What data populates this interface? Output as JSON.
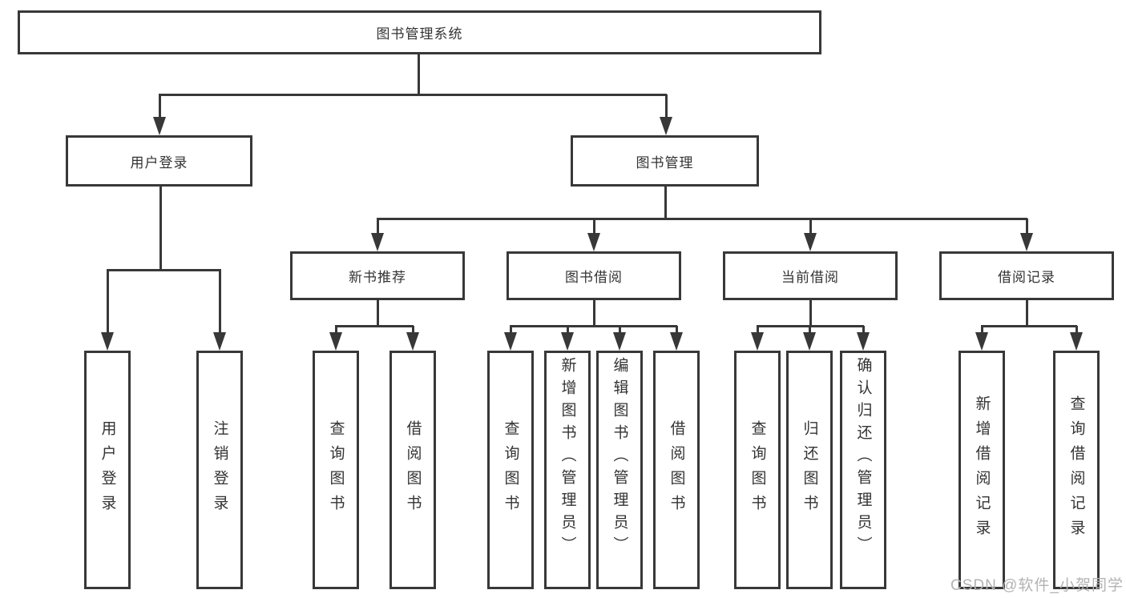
{
  "tree": {
    "root": {
      "label": "图书管理系统"
    },
    "children": [
      {
        "label": "用户登录",
        "children": [
          {
            "label": "用户登录"
          },
          {
            "label": "注销登录"
          }
        ]
      },
      {
        "label": "图书管理",
        "children": [
          {
            "label": "新书推荐",
            "children": [
              {
                "label": "查询图书"
              },
              {
                "label": "借阅图书"
              }
            ]
          },
          {
            "label": "图书借阅",
            "children": [
              {
                "label": "查询图书"
              },
              {
                "label": "新增图书（管理员）"
              },
              {
                "label": "编辑图书（管理员）"
              },
              {
                "label": "借阅图书"
              }
            ]
          },
          {
            "label": "当前借阅",
            "children": [
              {
                "label": "查询图书"
              },
              {
                "label": "归还图书"
              },
              {
                "label": "确认归还（管理员）"
              }
            ]
          },
          {
            "label": "借阅记录",
            "children": [
              {
                "label": "新增借阅记录"
              },
              {
                "label": "查询借阅记录"
              }
            ]
          }
        ]
      }
    ]
  },
  "watermark": {
    "text": "CSDN @软件_小贺同学"
  },
  "colors": {
    "line": "#383838",
    "text": "#333333",
    "watermark_text": "#b3b3b3",
    "background": "#ffffff"
  }
}
